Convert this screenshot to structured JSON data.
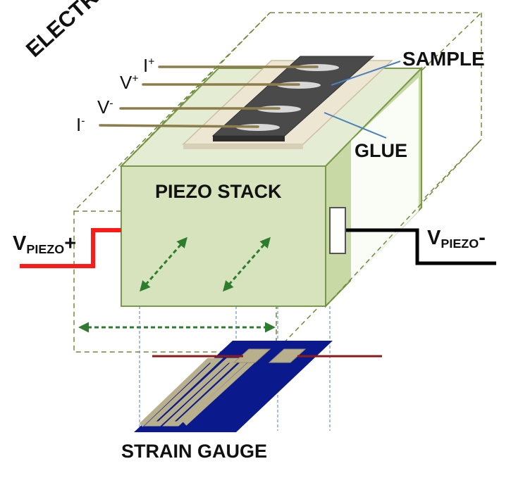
{
  "labels": {
    "electrodes": "ELECTRODES",
    "sample": "SAMPLE",
    "glue": "GLUE",
    "piezo_stack": "PIEZO STACK",
    "strain_gauge": "STRAIN GAUGE"
  },
  "electrodes": [
    {
      "letter": "I",
      "sign": "+"
    },
    {
      "letter": "V",
      "sign": "+"
    },
    {
      "letter": "V",
      "sign": "-"
    },
    {
      "letter": "I",
      "sign": "-"
    }
  ],
  "voltage": {
    "positive": {
      "main": "V",
      "sub": "PIEZO",
      "sign": "+"
    },
    "negative": {
      "main": "V",
      "sub": "PIEZO",
      "sign": "-"
    }
  },
  "colors": {
    "piezo_face": "#d6e3bc",
    "piezo_edge": "#7a9a4a",
    "sample": "#4a4a4a",
    "glue": "#ece6d2",
    "electrode_wire": "#8c7d4a",
    "pointer_line": "#4a7fc0",
    "dashed_outline": "#6e8a3a",
    "arrow": "#2e7d2e",
    "lead_positive": "#ff1a1a",
    "lead_negative": "#000000",
    "gauge_substrate": "#0a1a8c",
    "gauge_trace": "#b8b08c",
    "gauge_wire": "#8b1a1a",
    "projection": "#4a7fc0"
  }
}
